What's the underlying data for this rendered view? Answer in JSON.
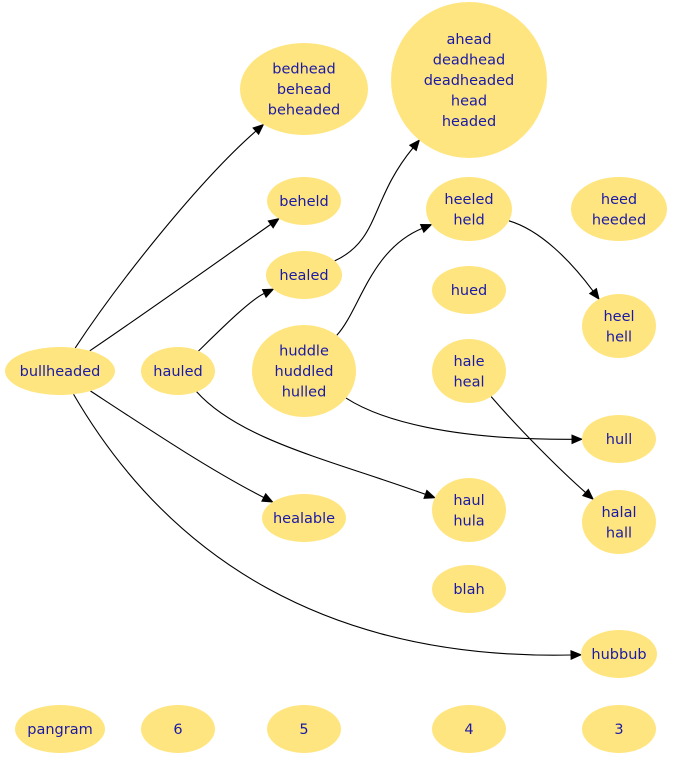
{
  "colors": {
    "node_fill": "#ffe57f",
    "label_text": "#1a1aa6",
    "edge": "#000000",
    "background": "#ffffff"
  },
  "nodes": [
    {
      "id": "bullheaded",
      "lines": [
        "bullheaded"
      ]
    },
    {
      "id": "hauled",
      "lines": [
        "hauled"
      ]
    },
    {
      "id": "bedhead_group",
      "lines": [
        "bedhead",
        "behead",
        "beheaded"
      ]
    },
    {
      "id": "ahead_group",
      "lines": [
        "ahead",
        "deadhead",
        "deadheaded",
        "head",
        "headed"
      ]
    },
    {
      "id": "beheld",
      "lines": [
        "beheld"
      ]
    },
    {
      "id": "healed",
      "lines": [
        "healed"
      ]
    },
    {
      "id": "heeled_group",
      "lines": [
        "heeled",
        "held"
      ]
    },
    {
      "id": "heed_group",
      "lines": [
        "heed",
        "heeded"
      ]
    },
    {
      "id": "hued",
      "lines": [
        "hued"
      ]
    },
    {
      "id": "heel_group",
      "lines": [
        "heel",
        "hell"
      ]
    },
    {
      "id": "huddle_group",
      "lines": [
        "huddle",
        "huddled",
        "hulled"
      ]
    },
    {
      "id": "hale_group",
      "lines": [
        "hale",
        "heal"
      ]
    },
    {
      "id": "hull",
      "lines": [
        "hull"
      ]
    },
    {
      "id": "haul_group",
      "lines": [
        "haul",
        "hula"
      ]
    },
    {
      "id": "healable",
      "lines": [
        "healable"
      ]
    },
    {
      "id": "halal_group",
      "lines": [
        "halal",
        "hall"
      ]
    },
    {
      "id": "blah",
      "lines": [
        "blah"
      ]
    },
    {
      "id": "hubbub",
      "lines": [
        "hubbub"
      ]
    },
    {
      "id": "pangram",
      "lines": [
        "pangram"
      ]
    },
    {
      "id": "n6",
      "lines": [
        "6"
      ]
    },
    {
      "id": "n5",
      "lines": [
        "5"
      ]
    },
    {
      "id": "n4",
      "lines": [
        "4"
      ]
    },
    {
      "id": "n3",
      "lines": [
        "3"
      ]
    }
  ],
  "edges": [
    {
      "from": "bullheaded",
      "to": "bedhead_group"
    },
    {
      "from": "bullheaded",
      "to": "beheld"
    },
    {
      "from": "bullheaded",
      "to": "hauled"
    },
    {
      "from": "bullheaded",
      "to": "healable"
    },
    {
      "from": "bullheaded",
      "to": "hubbub"
    },
    {
      "from": "hauled",
      "to": "healed"
    },
    {
      "from": "hauled",
      "to": "huddle_group"
    },
    {
      "from": "hauled",
      "to": "haul_group"
    },
    {
      "from": "bedhead_group",
      "to": "ahead_group"
    },
    {
      "from": "ahead_group",
      "to": "heed_group"
    },
    {
      "from": "beheld",
      "to": "heeled_group"
    },
    {
      "from": "healed",
      "to": "ahead_group"
    },
    {
      "from": "healed",
      "to": "heeled_group"
    },
    {
      "from": "healed",
      "to": "hale_group"
    },
    {
      "from": "heeled_group",
      "to": "heed_group"
    },
    {
      "from": "heeled_group",
      "to": "heel_group"
    },
    {
      "from": "huddle_group",
      "to": "heeled_group"
    },
    {
      "from": "huddle_group",
      "to": "hued"
    },
    {
      "from": "huddle_group",
      "to": "hull"
    },
    {
      "from": "hued",
      "to": "heed_group"
    },
    {
      "from": "hale_group",
      "to": "heel_group"
    },
    {
      "from": "hale_group",
      "to": "halal_group"
    },
    {
      "from": "healable",
      "to": "hale_group"
    },
    {
      "from": "healable",
      "to": "blah"
    },
    {
      "from": "haul_group",
      "to": "hull"
    },
    {
      "from": "haul_group",
      "to": "halal_group"
    },
    {
      "from": "blah",
      "to": "halal_group"
    },
    {
      "from": "pangram",
      "to": "n6"
    },
    {
      "from": "n6",
      "to": "n5"
    },
    {
      "from": "n5",
      "to": "n4"
    },
    {
      "from": "n4",
      "to": "n3"
    }
  ]
}
